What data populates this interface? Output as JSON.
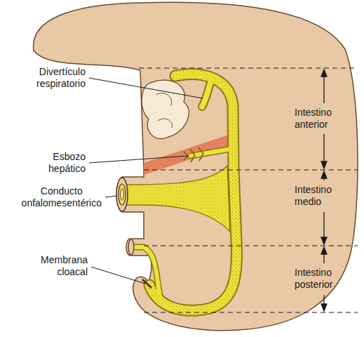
{
  "diagram": {
    "labels": [
      "Divertículo respiratorio",
      "Intestino anterior",
      "Esbozo hepático",
      "Conducto onfalomesentérico",
      "Intestino medio",
      "Membrana cloacal",
      "Intestino posterior"
    ]
  }
}
